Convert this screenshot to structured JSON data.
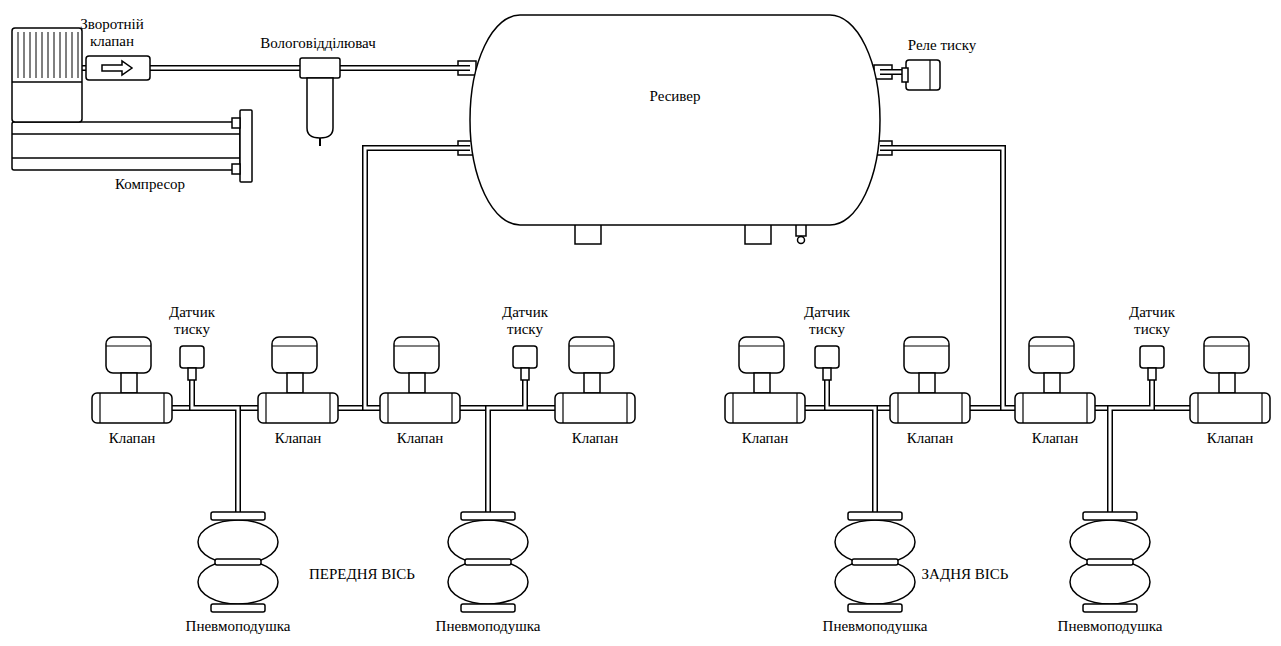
{
  "diagram": {
    "nodes": [
      {
        "text": [
          "Компресор"
        ]
      },
      {
        "text": [
          "Зворотній клапан"
        ]
      },
      {
        "text": [
          "Вологовідділювач"
        ]
      },
      {
        "text": [
          "Ресивер"
        ]
      },
      {
        "text": [
          "Реле тиску"
        ]
      },
      {
        "text": [
          "Клапан"
        ]
      },
      {
        "text": [
          "Датчик тиску"
        ]
      },
      {
        "text": [
          "Клапан"
        ]
      },
      {
        "text": [
          "Пневмоподушка"
        ]
      },
      {
        "text": [
          "Клапан"
        ]
      },
      {
        "text": [
          "Датчик тиску"
        ]
      },
      {
        "text": [
          "Клапан"
        ]
      },
      {
        "text": [
          "Пневмоподушка"
        ]
      },
      {
        "text": [
          "Клапан"
        ]
      },
      {
        "text": [
          "Датчик тиску"
        ]
      },
      {
        "text": [
          "Клапан"
        ]
      },
      {
        "text": [
          "Пневмоподушка"
        ]
      },
      {
        "text": [
          "Клапан"
        ]
      },
      {
        "text": [
          "Датчик тиску"
        ]
      },
      {
        "text": [
          "Клапан"
        ]
      },
      {
        "text": [
          "Пневмоподушка"
        ]
      }
    ],
    "edges": [
      {
        "from": 0,
        "to": 1,
        "arrow": "none"
      },
      {
        "from": 1,
        "to": 2,
        "arrow": "none"
      },
      {
        "from": 2,
        "to": 3,
        "arrow": "none"
      },
      {
        "from": 3,
        "to": 4,
        "arrow": "none"
      },
      {
        "from": 3,
        "to": 7,
        "arrow": "none"
      },
      {
        "from": 3,
        "to": 9,
        "arrow": "none"
      },
      {
        "from": 5,
        "to": 7,
        "arrow": "none"
      },
      {
        "from": 6,
        "to": 8,
        "arrow": "none"
      },
      {
        "from": 9,
        "to": 11,
        "arrow": "none"
      },
      {
        "from": 10,
        "to": 12,
        "arrow": "none"
      },
      {
        "from": 3,
        "to": 15,
        "arrow": "none"
      },
      {
        "from": 3,
        "to": 17,
        "arrow": "none"
      },
      {
        "from": 13,
        "to": 15,
        "arrow": "none"
      },
      {
        "from": 14,
        "to": 16,
        "arrow": "none"
      },
      {
        "from": 17,
        "to": 19,
        "arrow": "none"
      },
      {
        "from": 18,
        "to": 20,
        "arrow": "none"
      }
    ],
    "labels": [
      "ПЕРЕДНЯ ВІСЬ",
      "ЗАДНЯ ВІСЬ"
    ]
  }
}
